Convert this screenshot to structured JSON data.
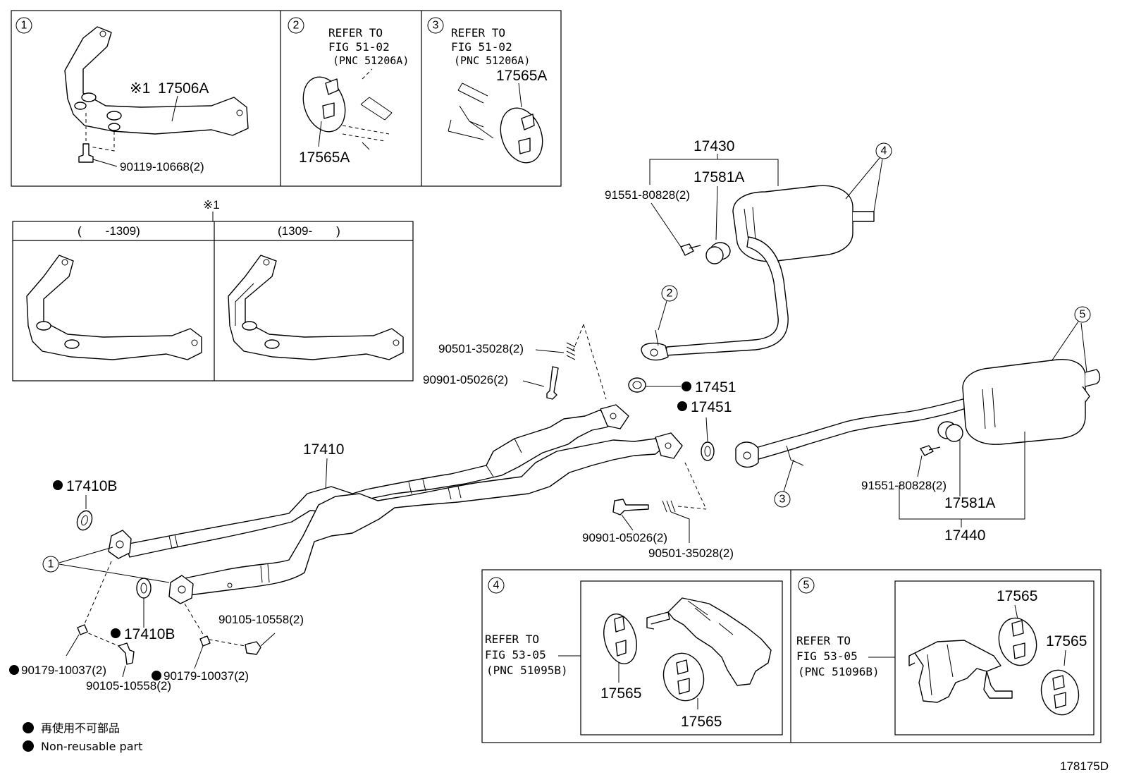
{
  "figure_id": "178175D",
  "legend": {
    "non_reusable_jp": "再使用不可部品",
    "non_reusable_en": "Non-reusable part"
  },
  "note_mark": "※1",
  "panels": {
    "p1": {
      "num": "1",
      "part": "17506A",
      "bolt": "90119-10668(2)"
    },
    "p2": {
      "num": "2",
      "refer": "REFER TO",
      "fig": "FIG 51-02",
      "pnc": "(PNC 51206A)",
      "part": "17565A"
    },
    "p3": {
      "num": "3",
      "refer": "REFER TO",
      "fig": "FIG 51-02",
      "pnc": "(PNC 51206A)",
      "part": "17565A"
    },
    "p4": {
      "num": "4",
      "refer": "REFER TO",
      "fig": "FIG 53-05",
      "pnc": "(PNC 51095B)",
      "part_a": "17565",
      "part_b": "17565"
    },
    "p5": {
      "num": "5",
      "refer": "REFER TO",
      "fig": "FIG 53-05",
      "pnc": "(PNC 51096B)",
      "part_a": "17565",
      "part_b": "17565"
    }
  },
  "variants": {
    "left_header": "(　　-1309)",
    "right_header": "(1309-　　)"
  },
  "main_labels": {
    "front_pipe": "17410",
    "gasket_front_a": "17410B",
    "gasket_front_b": "17410B",
    "center_muffler": "17430",
    "tail_muffler": "17440",
    "gasket_mid_a": "17451",
    "gasket_mid_b": "17451",
    "ring_upper": "17581A",
    "ring_lower": "17581A",
    "bolt_upper": "91551-80828(2)",
    "bolt_lower": "91551-80828(2)",
    "spring_upper": "90501-35028(2)",
    "spring_lower": "90501-35028(2)",
    "stud_upper": "90901-05026(2)",
    "stud_lower": "90901-05026(2)",
    "bolt_front_a": "90105-10558(2)",
    "bolt_front_b": "90105-10558(2)",
    "nut_front_a": "90179-10037(2)",
    "nut_front_b": "90179-10037(2)"
  },
  "callouts": {
    "c1": "1",
    "c2": "2",
    "c3": "3",
    "c4": "4",
    "c5": "5"
  }
}
